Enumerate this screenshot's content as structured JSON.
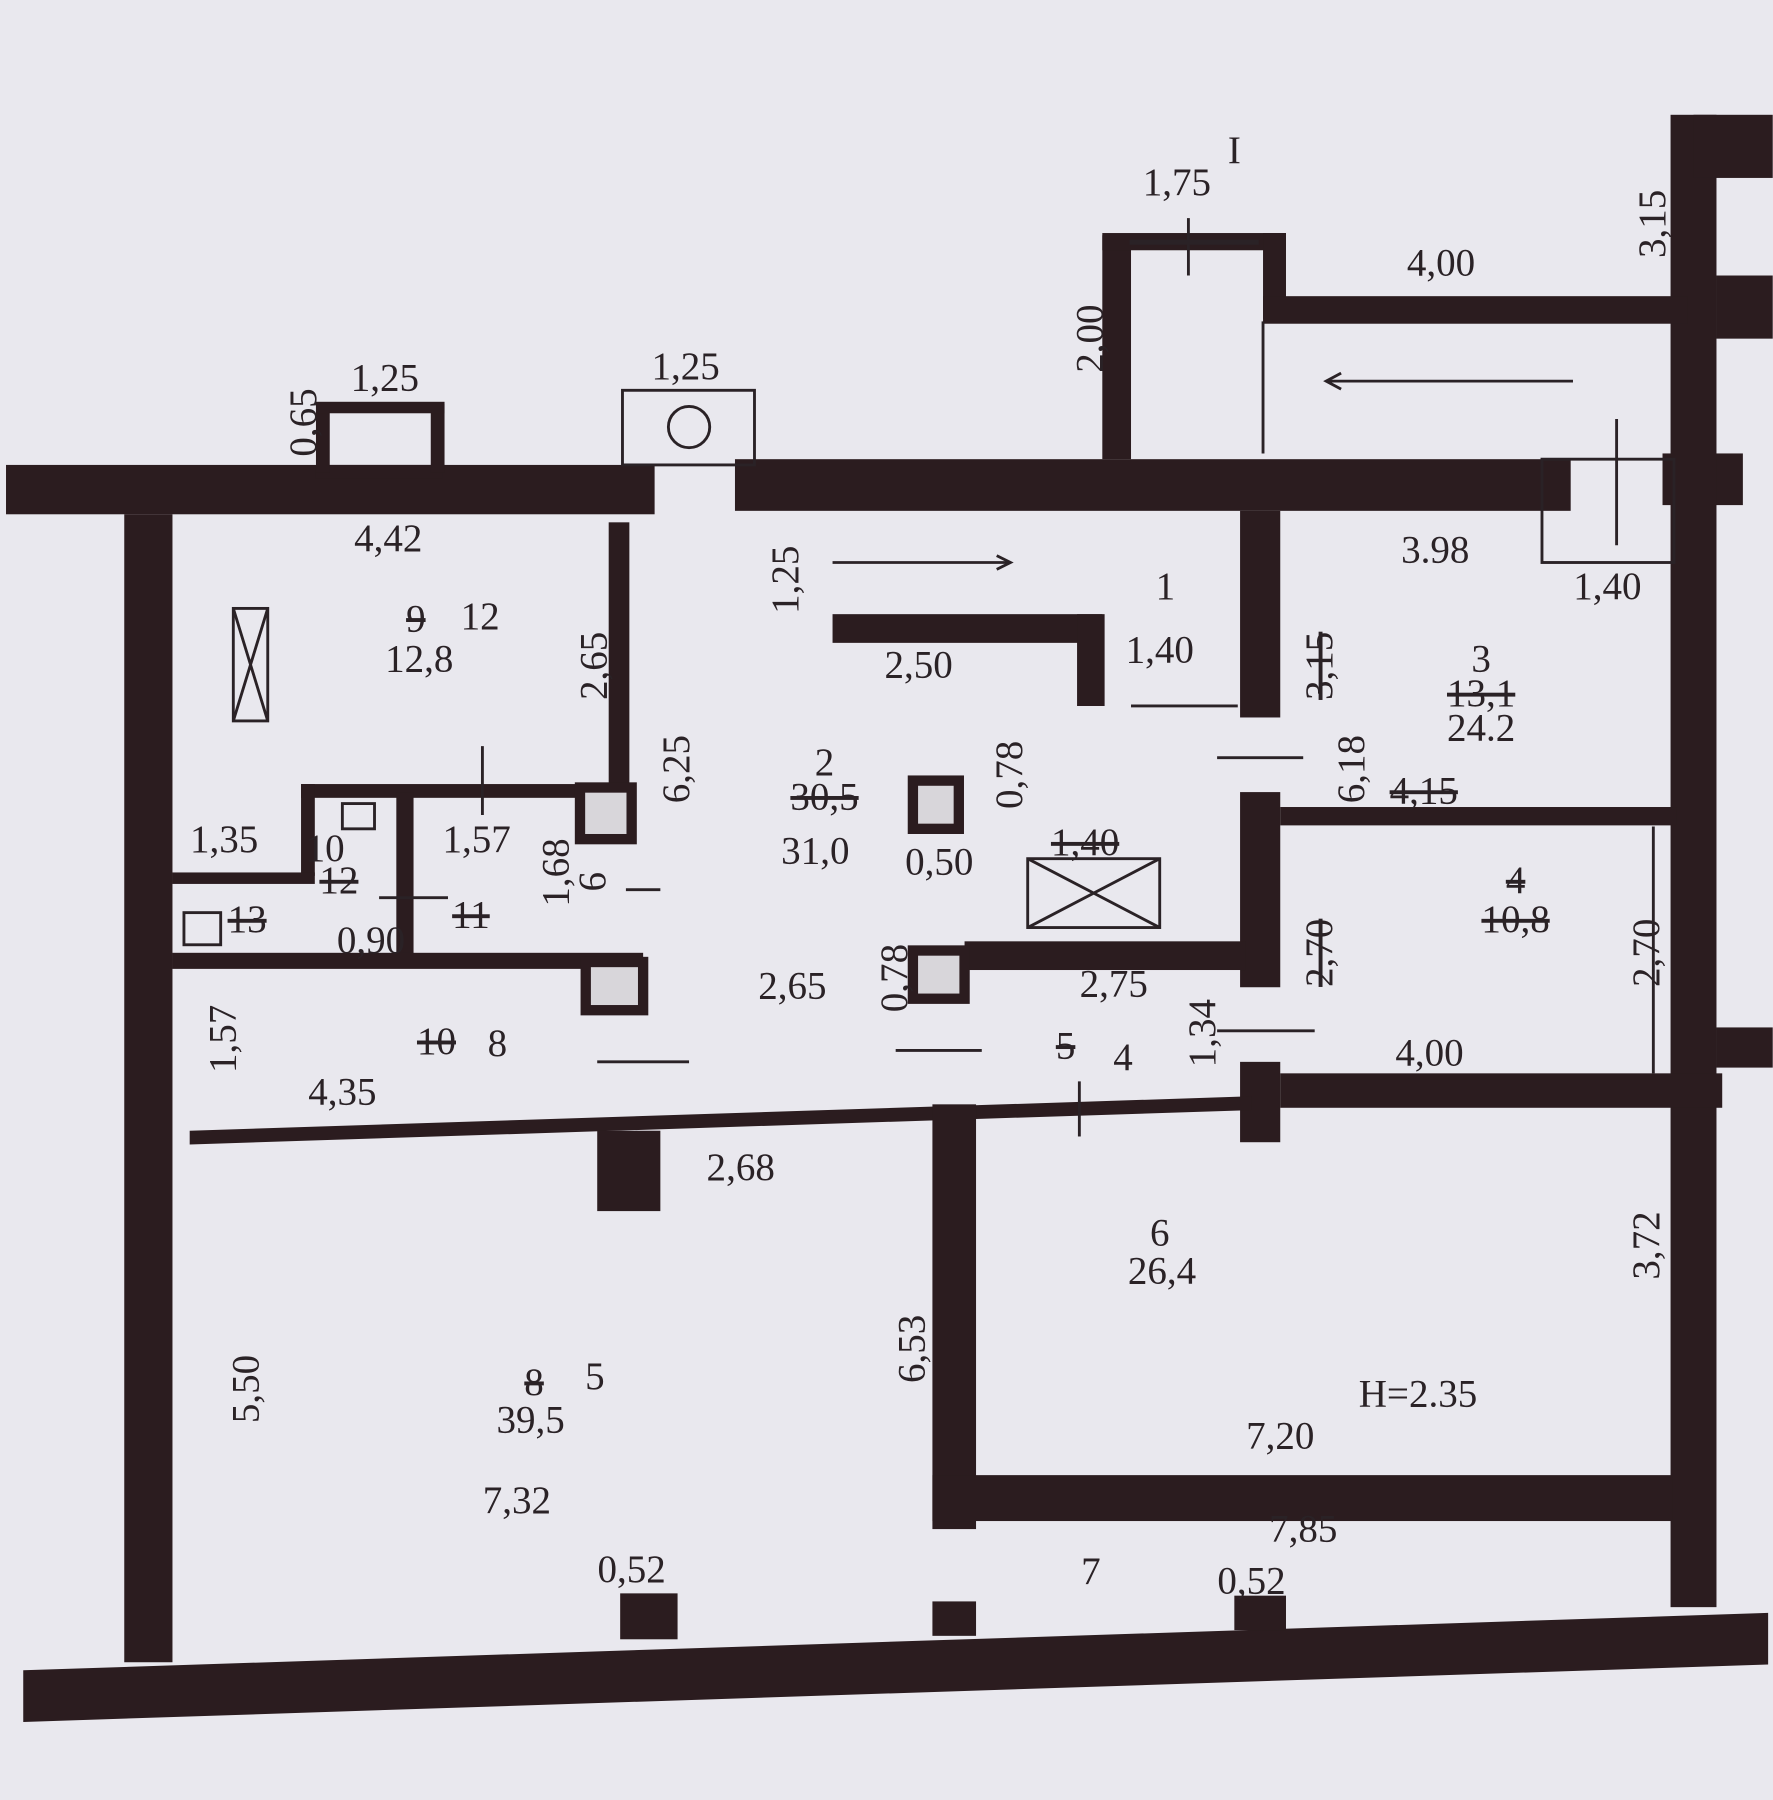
{
  "labels": {
    "entry_width": "1,75",
    "section_mark": "I",
    "stair_top_length": "4,00",
    "right_top": "3,15",
    "entry_depth": "2,00",
    "vent_width": "1,25",
    "niche_width": "1,25",
    "niche_depth": "0,65",
    "room9_width": "4,42",
    "stair_depth": "1,25",
    "room1_number": "1",
    "room3_width": "3.98",
    "room3_niche": "1,40",
    "room9_number_old": "9",
    "room9_number": "12",
    "room9_area": "12,8",
    "room9_depth": "2,65",
    "stair_length": "2,50",
    "room1_width": "1,40",
    "room3_depth_old": "3,15",
    "room3_number": "3",
    "room3_area_old": "13,1",
    "room3_area": "24.2",
    "hall_length": "6,25",
    "room2_number": "2",
    "room2_area_old": "30,5",
    "column_depth": "0,78",
    "room3_depth": "6,18",
    "room3_width_old": "4,15",
    "corridor_width": "1,35",
    "room10_number": "10",
    "room12_number_old": "12",
    "room11_width": "1,57",
    "room11_depth": "1,68",
    "room11_number": "9",
    "room2_area": "31,0",
    "column_width": "0,50",
    "hatch_width_old": "1,40",
    "room13_number_old": "13",
    "room11_number_old": "11",
    "room12_width": "0,90",
    "room4_depth_old": "2,70",
    "room4_number": "4",
    "room4_area": "10,8",
    "room4_depth": "2,70",
    "hall_width": "2,65",
    "column2_depth": "0,78",
    "room5_width": "2,75",
    "room10_depth": "1,57",
    "room10_number_old": "10",
    "room10_new_number": "8",
    "room10_width": "4,35",
    "room5_number_old": "5",
    "room5_number": "4",
    "room5_depth": "1,34",
    "room4_width": "4,00",
    "passage_width": "2,68",
    "room6_number": "6",
    "room6_area": "26,4",
    "room6_depth": "3,72",
    "room8_wall": "6,53",
    "room8_depth": "5,50",
    "room8_number_old": "8",
    "room8_number": "5",
    "room8_area": "39,5",
    "ceiling_height": "H=2.35",
    "room6_width": "7,20",
    "room8_width": "7,32",
    "room7_width": "7,85",
    "pier_left": "0,52",
    "room7_number": "7",
    "pier_right": "0,52"
  },
  "colors": {
    "wall": "#2b1c1f",
    "paper": "#e9e8ee"
  }
}
